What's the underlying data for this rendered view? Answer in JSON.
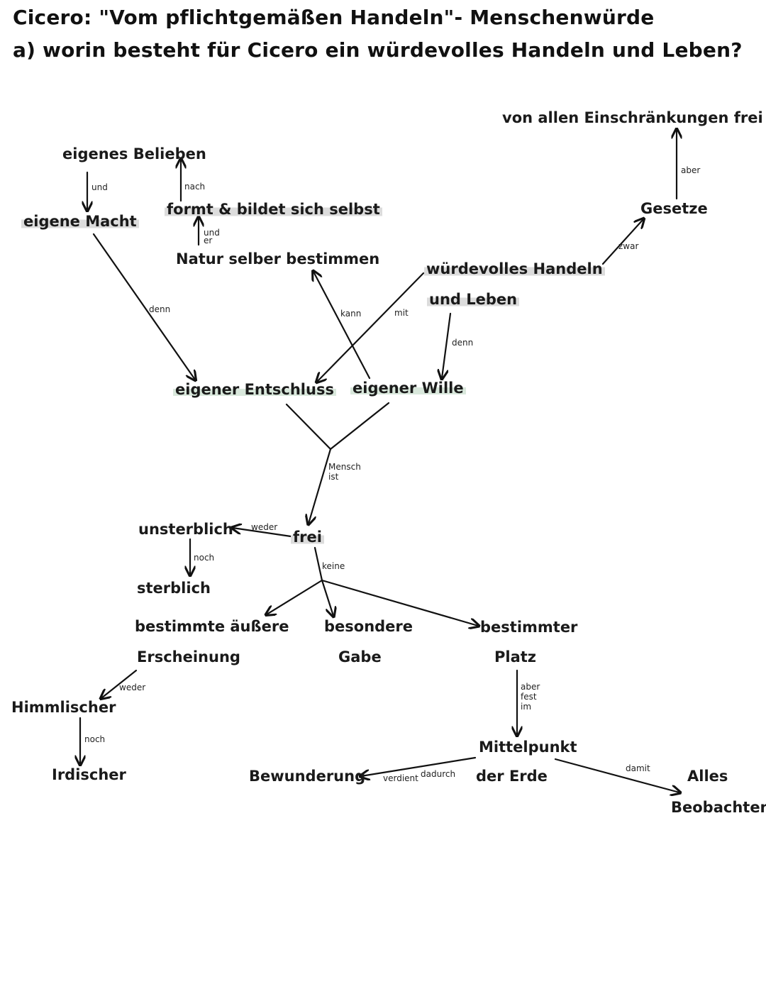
{
  "title": {
    "line1": "Cicero: \"Vom pflichtgemäßen Handeln\"- Menschenwürde",
    "line2": "a) worin besteht für Cicero ein würdevolles Handeln und Leben?"
  },
  "nodes": {
    "eigenes_belieben": "eigenes Belieben",
    "eigene_macht": "eigene Macht",
    "formt_bildet": "formt & bildet sich selbst",
    "natur_bestimmen": "Natur selber bestimmen",
    "von_allen_einschraenkungen": "von allen Einschränkungen frei",
    "gesetze": "Gesetze",
    "wuerdevolles_1": "würdevolles Handeln",
    "wuerdevolles_2": "und Leben",
    "eigener_entschluss": "eigener Entschluss",
    "eigener_wille": "eigener Wille",
    "unsterblich": "unsterblich",
    "frei": "frei",
    "sterblich": "sterblich",
    "bestimmte_1": "bestimmte äußere",
    "bestimmte_2": "Erscheinung",
    "besondere_1": "besondere",
    "besondere_2": "Gabe",
    "bestimmter_1": "bestimmter",
    "bestimmter_2": "Platz",
    "himmlischer": "Himmlischer",
    "irdischer": "Irdischer",
    "mittelpunkt_1": "Mittelpunkt",
    "mittelpunkt_2": "der Erde",
    "bewunderung": "Bewunderung",
    "alles_1": "Alles",
    "alles_2": "Beobachten"
  },
  "edge_labels": {
    "und_1": "und",
    "nach": "nach",
    "und_er_1": "und",
    "und_er_2": "er",
    "aber_1": "aber",
    "zwar": "zwar",
    "denn_1": "denn",
    "kann": "kann",
    "mit": "mit",
    "denn_2": "denn",
    "mensch_1": "Mensch",
    "mensch_2": "ist",
    "weder_1": "weder",
    "noch_1": "noch",
    "keine": "keine",
    "weder_2": "weder",
    "noch_2": "noch",
    "aber_fest_im_1": "aber",
    "aber_fest_im_2": "fest",
    "aber_fest_im_3": "im",
    "verdient": "verdient",
    "dadurch": "dadurch",
    "damit": "damit"
  }
}
